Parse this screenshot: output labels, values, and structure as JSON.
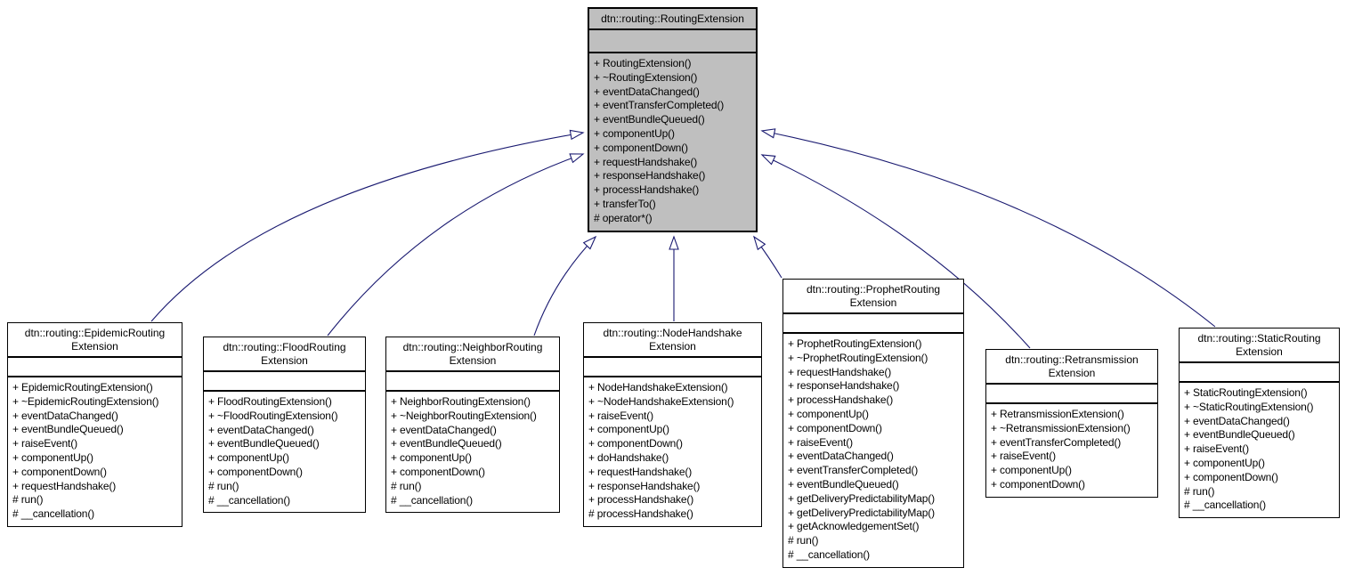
{
  "colors": {
    "edge": "#191970",
    "highlight_fill": "#bfbfbf",
    "box_fill": "#ffffff",
    "border": "#000000",
    "background": "#ffffff"
  },
  "base_class": {
    "name": "dtn::routing::RoutingExtension",
    "methods": [
      "+ RoutingExtension()",
      "+ ~RoutingExtension()",
      "+ eventDataChanged()",
      "+ eventTransferCompleted()",
      "+ eventBundleQueued()",
      "+ componentUp()",
      "+ componentDown()",
      "+ requestHandshake()",
      "+ responseHandshake()",
      "+ processHandshake()",
      "+ transferTo()",
      "# operator*()"
    ]
  },
  "derived_classes": [
    {
      "name_line1": "dtn::routing::EpidemicRouting",
      "name_line2": "Extension",
      "methods": [
        "+ EpidemicRoutingExtension()",
        "+ ~EpidemicRoutingExtension()",
        "+ eventDataChanged()",
        "+ eventBundleQueued()",
        "+ raiseEvent()",
        "+ componentUp()",
        "+ componentDown()",
        "+ requestHandshake()",
        "# run()",
        "# __cancellation()"
      ]
    },
    {
      "name_line1": "dtn::routing::FloodRouting",
      "name_line2": "Extension",
      "methods": [
        "+ FloodRoutingExtension()",
        "+ ~FloodRoutingExtension()",
        "+ eventDataChanged()",
        "+ eventBundleQueued()",
        "+ componentUp()",
        "+ componentDown()",
        "# run()",
        "# __cancellation()"
      ]
    },
    {
      "name_line1": "dtn::routing::NeighborRouting",
      "name_line2": "Extension",
      "methods": [
        "+ NeighborRoutingExtension()",
        "+ ~NeighborRoutingExtension()",
        "+ eventDataChanged()",
        "+ eventBundleQueued()",
        "+ componentUp()",
        "+ componentDown()",
        "# run()",
        "# __cancellation()"
      ]
    },
    {
      "name_line1": "dtn::routing::NodeHandshake",
      "name_line2": "Extension",
      "methods": [
        "+ NodeHandshakeExtension()",
        "+ ~NodeHandshakeExtension()",
        "+ raiseEvent()",
        "+ componentUp()",
        "+ componentDown()",
        "+ doHandshake()",
        "+ requestHandshake()",
        "+ responseHandshake()",
        "+ processHandshake()",
        "# processHandshake()"
      ]
    },
    {
      "name_line1": "dtn::routing::ProphetRouting",
      "name_line2": "Extension",
      "methods": [
        "+ ProphetRoutingExtension()",
        "+ ~ProphetRoutingExtension()",
        "+ requestHandshake()",
        "+ responseHandshake()",
        "+ processHandshake()",
        "+ componentUp()",
        "+ componentDown()",
        "+ raiseEvent()",
        "+ eventDataChanged()",
        "+ eventTransferCompleted()",
        "+ eventBundleQueued()",
        "+ getDeliveryPredictabilityMap()",
        "+ getDeliveryPredictabilityMap()",
        "+ getAcknowledgementSet()",
        "# run()",
        "# __cancellation()"
      ]
    },
    {
      "name_line1": "dtn::routing::Retransmission",
      "name_line2": "Extension",
      "methods": [
        "+ RetransmissionExtension()",
        "+ ~RetransmissionExtension()",
        "+ eventTransferCompleted()",
        "+ raiseEvent()",
        "+ componentUp()",
        "+ componentDown()"
      ]
    },
    {
      "name_line1": "dtn::routing::StaticRouting",
      "name_line2": "Extension",
      "methods": [
        "+ StaticRoutingExtension()",
        "+ ~StaticRoutingExtension()",
        "+ eventDataChanged()",
        "+ eventBundleQueued()",
        "+ raiseEvent()",
        "+ componentUp()",
        "+ componentDown()",
        "# run()",
        "# __cancellation()"
      ]
    }
  ],
  "inheritance_edges": [
    {
      "from": "dtn::routing::EpidemicRoutingExtension",
      "to": "dtn::routing::RoutingExtension"
    },
    {
      "from": "dtn::routing::FloodRoutingExtension",
      "to": "dtn::routing::RoutingExtension"
    },
    {
      "from": "dtn::routing::NeighborRoutingExtension",
      "to": "dtn::routing::RoutingExtension"
    },
    {
      "from": "dtn::routing::NodeHandshakeExtension",
      "to": "dtn::routing::RoutingExtension"
    },
    {
      "from": "dtn::routing::ProphetRoutingExtension",
      "to": "dtn::routing::RoutingExtension"
    },
    {
      "from": "dtn::routing::RetransmissionExtension",
      "to": "dtn::routing::RoutingExtension"
    },
    {
      "from": "dtn::routing::StaticRoutingExtension",
      "to": "dtn::routing::RoutingExtension"
    }
  ]
}
